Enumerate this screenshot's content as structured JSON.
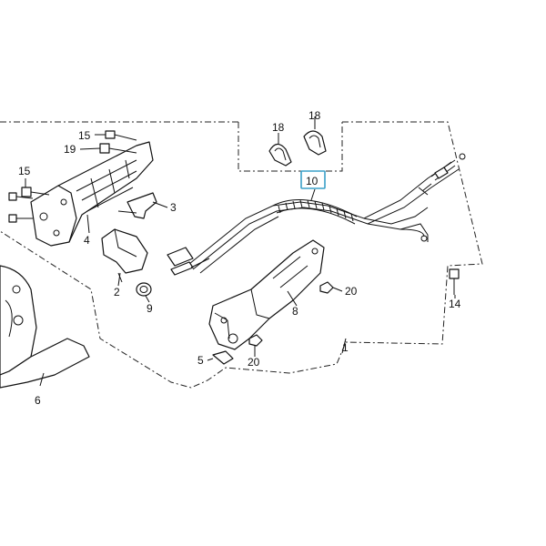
{
  "diagram": {
    "highlight_color": "#3aa0c8",
    "line_color": "#111111",
    "callouts": {
      "c1": "1",
      "c2": "2",
      "c3": "3",
      "c4": "4",
      "c5": "5",
      "c6": "6",
      "c8": "8",
      "c9": "9",
      "c10": "10",
      "c14": "14",
      "c15a": "15",
      "c15b": "15",
      "c18a": "18",
      "c18b": "18",
      "c19": "19",
      "c20a": "20",
      "c20b": "20"
    }
  }
}
